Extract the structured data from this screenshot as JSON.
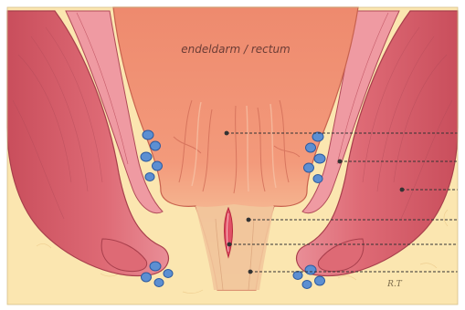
{
  "diagram": {
    "label_rectum": "endeldarm / rectum",
    "signature": "R.T",
    "callouts": [
      {
        "id": "rectal-lumen"
      },
      {
        "id": "muscle-wall-upper"
      },
      {
        "id": "muscle-wall-lower"
      },
      {
        "id": "anal-canal-upper"
      },
      {
        "id": "anal-fissure"
      },
      {
        "id": "anal-canal-lower"
      }
    ],
    "colors": {
      "background": "#fbe6b0",
      "fat": "#f6dd9c",
      "muscle": "#d9626e",
      "muscle_light": "#ec9aa3",
      "mucosa": "#ef8c70",
      "mucosa_light": "#f6b196",
      "skin": "#f0c89a",
      "vein": "#5c8fd2",
      "vein_dark": "#2c5aa0",
      "fissure": "#d8304f",
      "leader_line": "#333333"
    }
  }
}
